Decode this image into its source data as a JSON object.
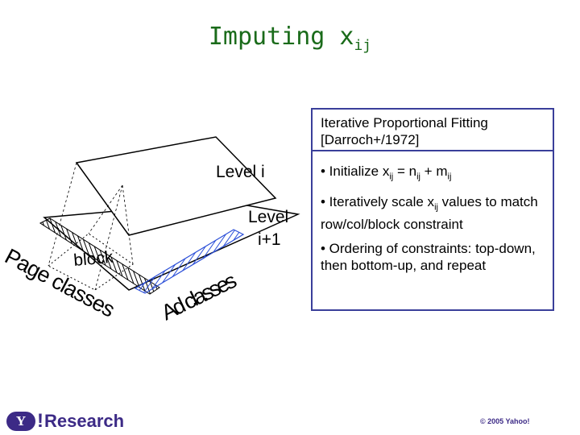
{
  "title": {
    "text": "Imputing x",
    "sub": "ij"
  },
  "diagram": {
    "level_i": "Level i",
    "level_i1_line1": "Level",
    "level_i1_line2": "i+1",
    "block": "block",
    "page_classes": "Page classes",
    "ad_classes": "Ad classes"
  },
  "box": {
    "heading_line1": "Iterative Proportional Fitting",
    "heading_line2": "[Darroch+/1972]",
    "b1": {
      "t1": "• Initialize x",
      "s1": "ij",
      "t2": " = n",
      "s2": "ij",
      "t3": " + m",
      "s3": "ij"
    },
    "b2": {
      "t1": "• Iteratively scale x",
      "s1": "ij",
      "t2": " values to match row/col/block constraint"
    },
    "b3": "• Ordering of constraints: top-down, then bottom-up, and repeat"
  },
  "footer": {
    "logo_badge": "Y",
    "logo_bang": "!",
    "logo_text": "Research",
    "copyright": "© 2005 Yahoo!"
  },
  "colors": {
    "title": "#1a6b1a",
    "box_border": "#3a3f9a",
    "logo": "#3c2a86",
    "ad_hatch": "#2b4fd8"
  }
}
